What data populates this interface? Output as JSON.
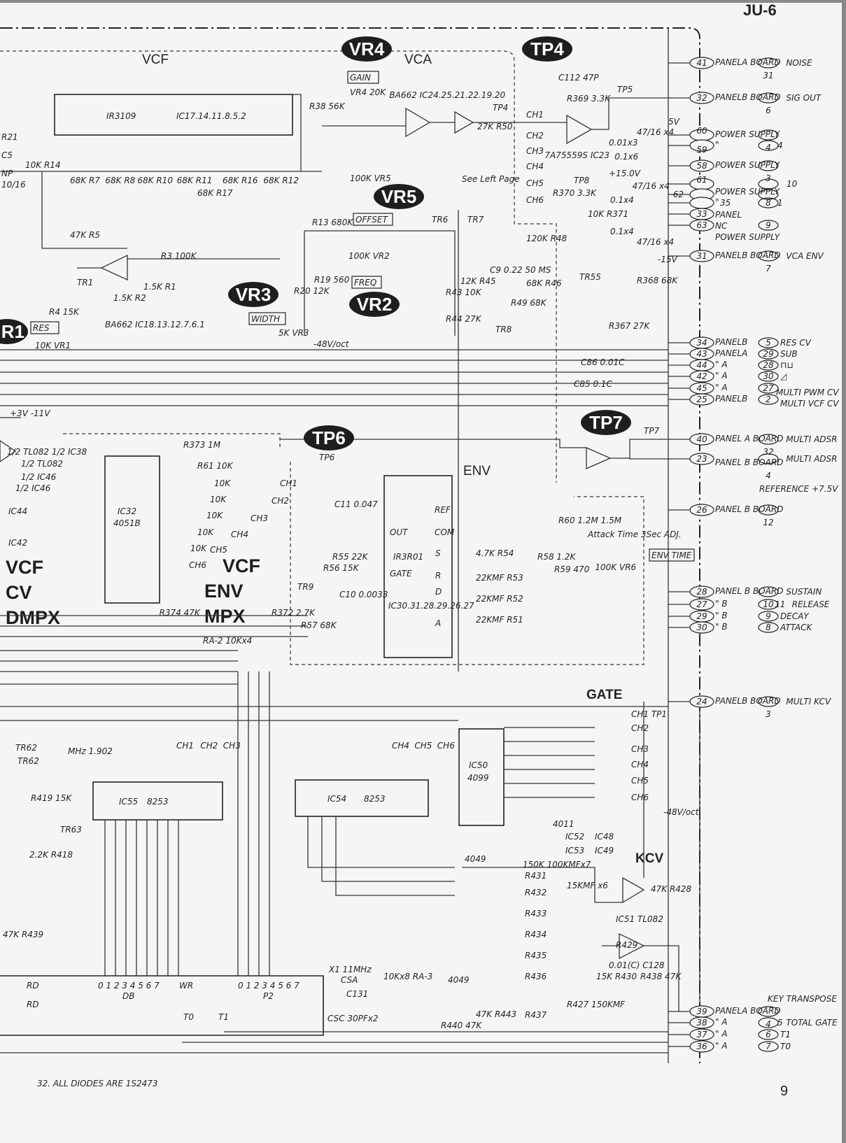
{
  "header": {
    "model": "JU-6",
    "page_number": "9"
  },
  "footnote": "32. ALL DIODES ARE 1S2473",
  "sections": {
    "vcf": "VCF",
    "vca": "VCA",
    "env": "ENV",
    "gate": "GATE",
    "kcv": "KCV",
    "vcf_cv_dmpx": [
      "VCF",
      "CV",
      "DMPX"
    ],
    "vcf_env_mpx": [
      "VCF",
      "ENV",
      "MPX"
    ]
  },
  "badges": [
    "VR4",
    "TP4",
    "VR5",
    "VR3",
    "VR2",
    "R1",
    "TP6",
    "TP7"
  ],
  "boxed_labels": [
    "GAIN",
    "OFFSET",
    "FREQ",
    "WIDTH",
    "RES",
    "ENV TIME"
  ],
  "ics": {
    "ir3109": {
      "name": "IR3109",
      "refs": "IC17.14.11.8.5.2"
    },
    "ic32": {
      "name": "IC32",
      "part": "4051B"
    },
    "ir3r01": {
      "name": "IR3R01",
      "refs": "IC30.31.28.29.26.27"
    },
    "ic55": {
      "name": "IC55",
      "part": "8253"
    },
    "ic54": {
      "name": "IC54",
      "part": "8253"
    },
    "ic50": {
      "name": "IC50",
      "part": "4099"
    },
    "cpu": {
      "db": "DB",
      "p2": "P2",
      "db_pins": "0 1 2 3 4 5 6 7",
      "p2_pins": "0 1 2 3 4 5 6 7",
      "wr": "WR",
      "rd": "RD",
      "t0": "T0",
      "t1": "T1"
    }
  },
  "component_labels": [
    "R38 56K",
    "VR4 20K",
    "BA662 IC24.25.21.22.19.20",
    "TP4",
    "27K R50",
    "C112 47P",
    "R369 3.3K",
    "TP5",
    "CH1",
    "CH2",
    "CH3",
    "CH4",
    "CH5",
    "CH6",
    "7A75559S IC23",
    "0.01x3",
    "0.1x6",
    "47/16 x4",
    "5V",
    "+15.0V",
    "47/16 x4",
    "R370 3.3K",
    "TP8",
    "10K R371",
    "0.1x4",
    "0.1x4",
    "47/16 x4",
    "-15V",
    "10K R14",
    "68K R7",
    "68K R8",
    "68K R10",
    "68K R11",
    "68K R17",
    "68K R16",
    "68K R12",
    "47K R5",
    "R3 100K",
    "BA662 IC18.13.12.7.6.1",
    "TR1",
    "R4 15K",
    "10K VR1",
    "1.5K R2",
    "1.5K R1",
    "R13 680K",
    "100K VR2",
    "R20 12K",
    "R19 560",
    "5K VR3",
    "-48V/oct",
    "100K VR5",
    "TR6",
    "See Left Page",
    "TR7",
    "120K R48",
    "68K R46",
    "12K R45",
    "C9 0.22 50 MS",
    "R49 68K",
    "TR8",
    "R43 10K",
    "R44 27K",
    "TR55",
    "R368 68K",
    "R367 27K",
    "C86 0.01C",
    "C85 0.1C",
    "1/2 TL082 1/2 IC38",
    "TP7",
    "R373 1M",
    "R61 10K",
    "10K",
    "10K",
    "10K",
    "10K",
    "10K",
    "CH1",
    "CH2",
    "CH3",
    "CH4",
    "CH5",
    "CH6",
    "R374 47K",
    "R372 2.7K",
    "RA-2 10Kx4",
    "TP6",
    "C11 0.047",
    "R55 22K",
    "R56 15K",
    "TR9",
    "R57 68K",
    "C10 0.0033",
    "REF",
    "COM",
    "OUT",
    "GATE",
    "S",
    "R",
    "D",
    "A",
    "4.7K R54",
    "22KMF R53",
    "22KMF R52",
    "22KMF R51",
    "R60 1.2M 1.5M",
    "Attack Time 3Sec ADJ.",
    "R58 1.2K",
    "R59 470",
    "100K VR6",
    "MHz 1.902",
    "TR62",
    "R419 15K",
    "TR63",
    "2.2K R418",
    "CH1",
    "CH2",
    "CH3",
    "CH4",
    "CH5",
    "CH6",
    "CH1 TP1",
    "CH2",
    "CH3",
    "CH4",
    "CH5",
    "CH6",
    "-48V/oct",
    "4011",
    "IC52",
    "IC53",
    "IC48",
    "IC49",
    "4049",
    "4049",
    "150K 100KMFx7",
    "R431",
    "R432",
    "R433",
    "R434",
    "R435",
    "R436",
    "R437",
    "15KMF x6",
    "R427 150KMF",
    "IC51 TL082",
    "47K R428",
    "R429",
    "15K R430",
    "0.01(C) C128",
    "R438 47K",
    "X1 11MHz",
    "CSA",
    "C131",
    "CSC 30PFx2",
    "10Kx8 RA-3",
    "R440 47K",
    "47K R443"
  ],
  "connectors": [
    {
      "pin": "41",
      "board": "PANELA BOARD",
      "remote": "31",
      "signal": "NOISE"
    },
    {
      "pin": "32",
      "board": "PANELB BOARD",
      "remote": "6",
      "signal": "SIG OUT"
    },
    {
      "pin": "60",
      "board": "POWER SUPPLY",
      "remote": "4",
      "signal": ""
    },
    {
      "pin": "59",
      "board": "\"",
      "remote": "4",
      "signal": ""
    },
    {
      "pin": "58",
      "board": "POWER SUPPLY",
      "remote": "3",
      "signal": ""
    },
    {
      "pin": "61",
      "board": "POWER SUPPLY",
      "remote": "10",
      "signal": ""
    },
    {
      "pin": "62",
      "board": "\"",
      "remote": "8",
      "signal": ""
    },
    {
      "pin": "35",
      "board": "PANEL",
      "remote": "1",
      "signal": ""
    },
    {
      "pin": "33",
      "board": "NC",
      "remote": "",
      "signal": ""
    },
    {
      "pin": "63",
      "board": "POWER SUPPLY",
      "remote": "9",
      "signal": ""
    },
    {
      "pin": "31",
      "board": "PANELB BOARD",
      "remote": "7",
      "signal": "VCA ENV"
    },
    {
      "pin": "34",
      "board": "PANELB",
      "remote": "5",
      "signal": "RES CV"
    },
    {
      "pin": "43",
      "board": "PANELA",
      "remote": "29",
      "signal": "SUB"
    },
    {
      "pin": "44",
      "board": "\" A",
      "remote": "28",
      "signal": "⊓⊔"
    },
    {
      "pin": "42",
      "board": "\" A",
      "remote": "30",
      "signal": "◿"
    },
    {
      "pin": "45",
      "board": "\" A",
      "remote": "27",
      "signal": "MULTI PWM CV"
    },
    {
      "pin": "25",
      "board": "PANELB",
      "remote": "2",
      "signal": "MULTI VCF CV"
    },
    {
      "pin": "40",
      "board": "PANEL A BOARD",
      "remote": "32",
      "signal": "MULTI ADSR"
    },
    {
      "pin": "23",
      "board": "PANEL B BOARD",
      "remote": "4",
      "signal": "MULTI ADSR"
    },
    {
      "pin": "26",
      "board": "PANEL B BOARD",
      "remote": "12",
      "signal": "REFERENCE +7.5V"
    },
    {
      "pin": "28",
      "board": "PANEL B BOARD",
      "remote": "10",
      "signal": "SUSTAIN"
    },
    {
      "pin": "27",
      "board": "\" B",
      "remote": "11",
      "signal": "RELEASE"
    },
    {
      "pin": "29",
      "board": "\" B",
      "remote": "9",
      "signal": "DECAY"
    },
    {
      "pin": "30",
      "board": "\" B",
      "remote": "8",
      "signal": "ATTACK"
    },
    {
      "pin": "24",
      "board": "PANELB BOARD",
      "remote": "3",
      "signal": "MULTI KCV"
    },
    {
      "pin": "39",
      "board": "PANELA BOARD",
      "remote": "4",
      "signal": "KEY TRANSPOSE"
    },
    {
      "pin": "38",
      "board": "\" A",
      "remote": "5",
      "signal": "TOTAL GATE"
    },
    {
      "pin": "37",
      "board": "\" A",
      "remote": "6",
      "signal": "T1"
    },
    {
      "pin": "36",
      "board": "\" A",
      "remote": "7",
      "signal": "T0"
    }
  ],
  "left_edge_labels": [
    "R21",
    "C5",
    "NP",
    "10/16",
    "1/2 TL082",
    "1/2 IC46",
    "1/2 IC46",
    "IC44",
    "IC42",
    "TR62",
    "47K R439",
    "RD",
    "+3V  -11V"
  ]
}
